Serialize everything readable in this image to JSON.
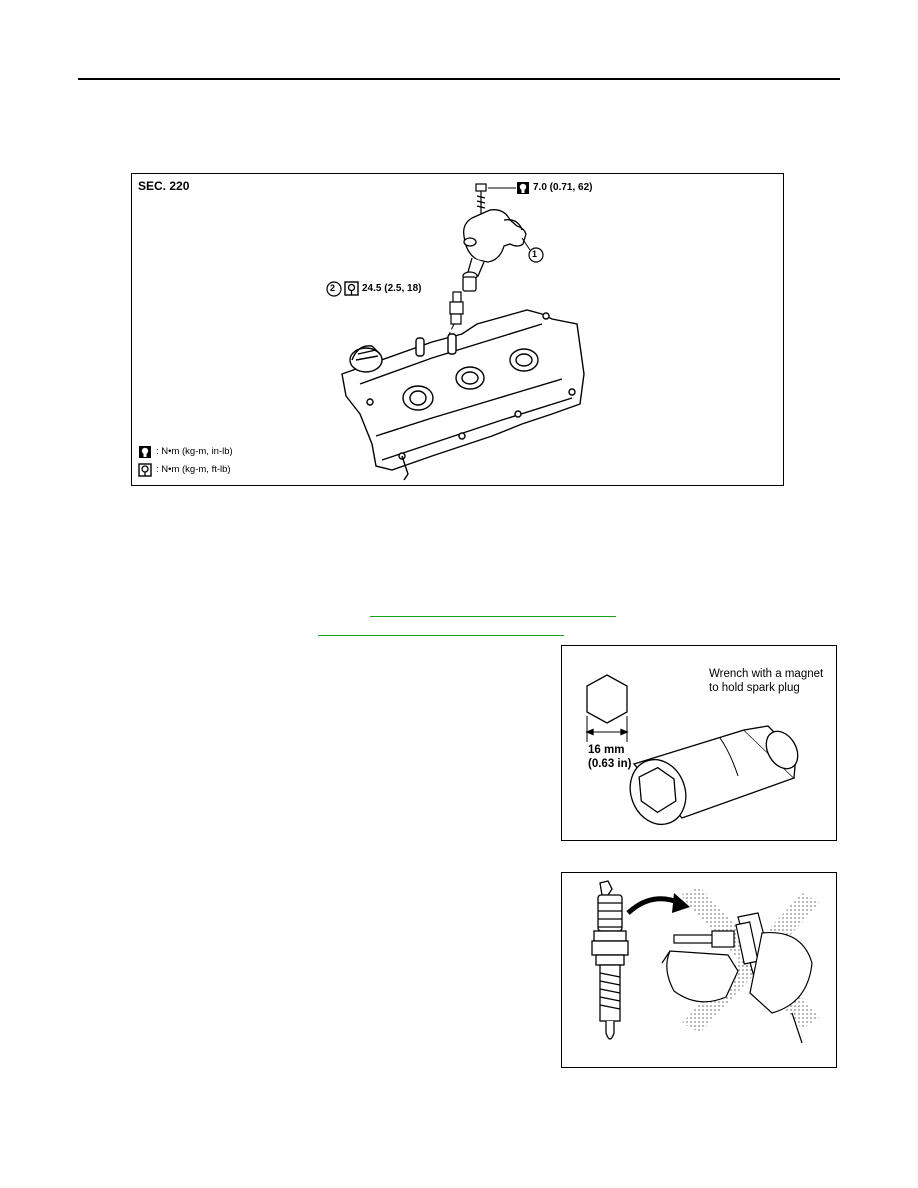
{
  "figure1": {
    "section": "SEC. 220",
    "torque_coil_bolt": "7.0 (0.71, 62)",
    "part1_number": "1",
    "part2_number": "2",
    "torque_spark_plug": "24.5 (2.5, 18)",
    "legend_small": ": N•m (kg-m, in-lb)",
    "legend_large": ": N•m (kg-m, ft-lb)"
  },
  "figure2": {
    "caption_line1": "Wrench with a magnet",
    "caption_line2": "to hold spark plug",
    "size_mm": "16 mm",
    "size_in": "(0.63 in)"
  },
  "colors": {
    "link": "#18a018",
    "rule": "#000000"
  },
  "icons": [
    "torque-wrench-small-icon",
    "torque-wrench-large-icon",
    "dropped-plug-cross-icon"
  ]
}
